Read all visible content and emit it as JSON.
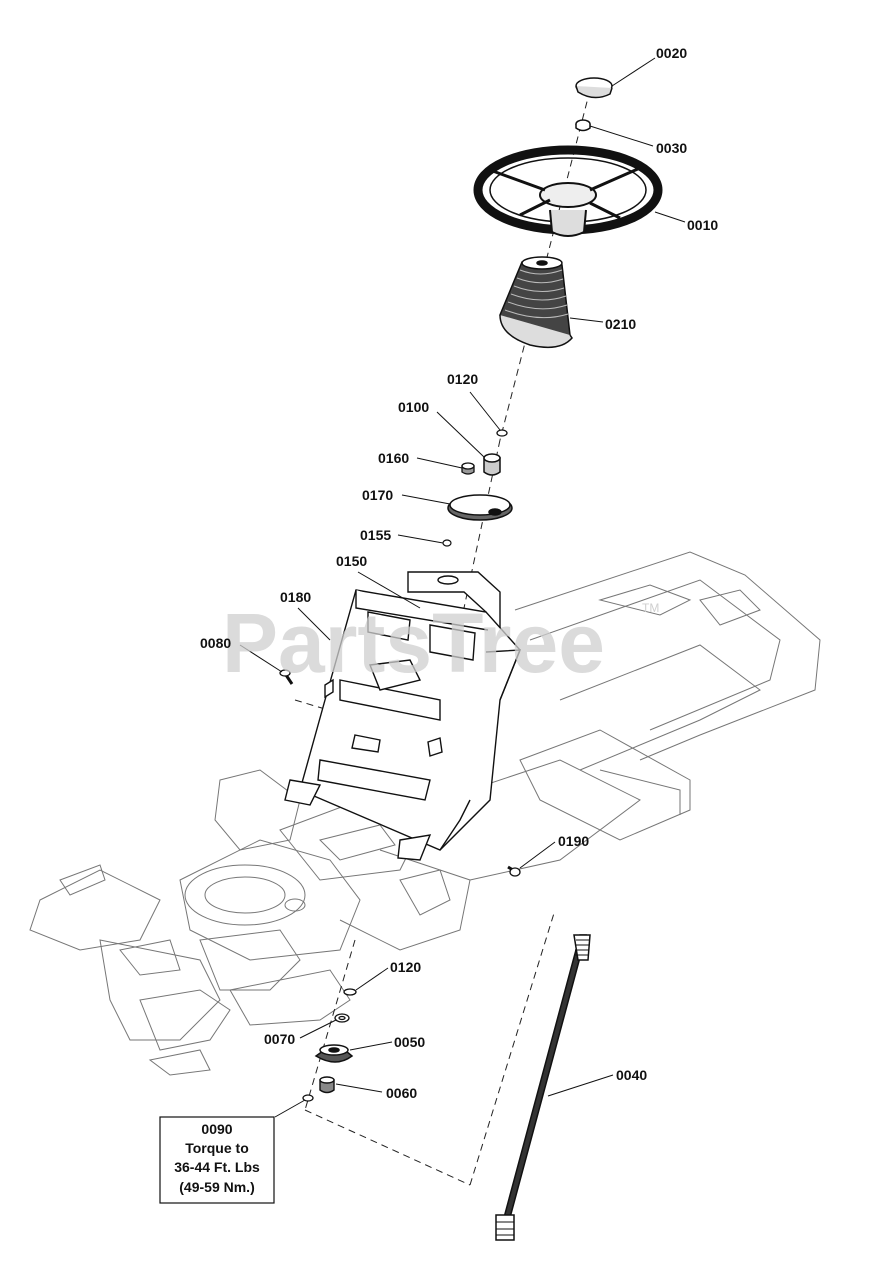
{
  "watermark": {
    "text": "PartsTree",
    "tm": "TM"
  },
  "callouts": [
    {
      "id": "c0020",
      "label": "0020"
    },
    {
      "id": "c0030",
      "label": "0030"
    },
    {
      "id": "c0010",
      "label": "0010"
    },
    {
      "id": "c0210",
      "label": "0210"
    },
    {
      "id": "c0120a",
      "label": "0120"
    },
    {
      "id": "c0100",
      "label": "0100"
    },
    {
      "id": "c0160",
      "label": "0160"
    },
    {
      "id": "c0170",
      "label": "0170"
    },
    {
      "id": "c0155",
      "label": "0155"
    },
    {
      "id": "c0150",
      "label": "0150"
    },
    {
      "id": "c0180",
      "label": "0180"
    },
    {
      "id": "c0080",
      "label": "0080"
    },
    {
      "id": "c0190",
      "label": "0190"
    },
    {
      "id": "c0120b",
      "label": "0120"
    },
    {
      "id": "c0070",
      "label": "0070"
    },
    {
      "id": "c0050",
      "label": "0050"
    },
    {
      "id": "c0060",
      "label": "0060"
    },
    {
      "id": "c0040",
      "label": "0040"
    }
  ],
  "torque_box": {
    "part": "0090",
    "line1": "Torque to",
    "line2": "36-44 Ft. Lbs",
    "line3": "(49-59 Nm.)"
  }
}
